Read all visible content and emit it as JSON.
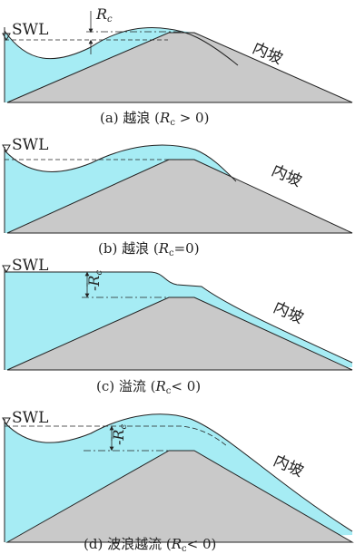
{
  "colors": {
    "water": "#a6ecf4",
    "dike": "#c9c9c9",
    "outline": "#222222"
  },
  "swl_label": "SWL",
  "inner_slope_label": "内坡",
  "panels": [
    {
      "id": "a",
      "rc_main": "R",
      "rc_sub": "c",
      "cap_pre": "(a) 越浪 (",
      "cap_r": "R",
      "cap_sub": "c",
      "cap_rel": " > 0)"
    },
    {
      "id": "b",
      "cap_pre": "(b) 越浪 (",
      "cap_r": "R",
      "cap_sub": "c",
      "cap_rel": "=0)"
    },
    {
      "id": "c",
      "rc_main": "-R",
      "rc_sub": "c",
      "cap_pre": "(c) 溢流 (",
      "cap_r": "R",
      "cap_sub": "c",
      "cap_rel": "< 0)"
    },
    {
      "id": "d",
      "rc_main": "-R",
      "rc_sub": "c",
      "cap_pre": "(d) 波浪越流 (",
      "cap_r": "R",
      "cap_sub": "c",
      "cap_rel": "< 0)"
    }
  ]
}
